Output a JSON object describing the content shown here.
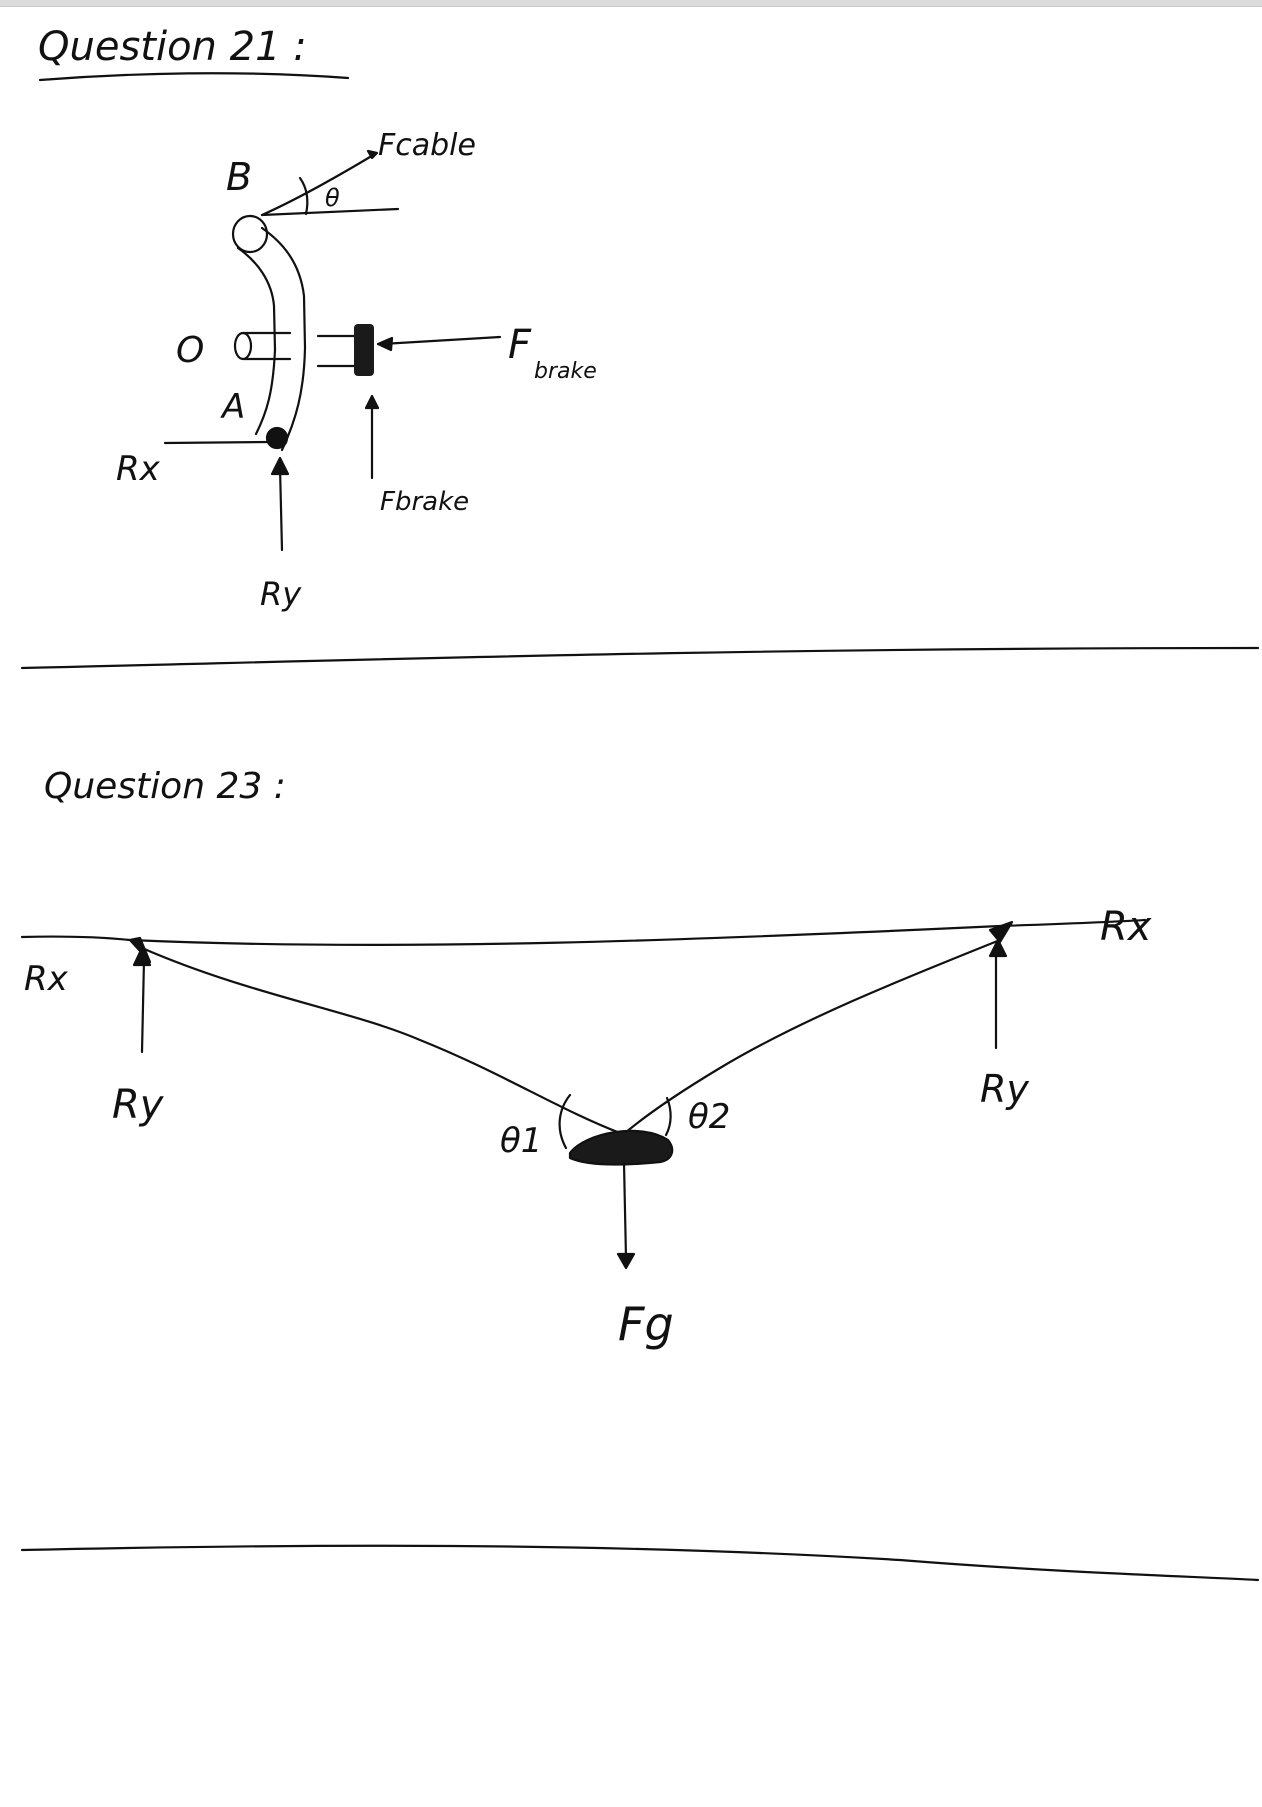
{
  "page": {
    "background": "#ffffff",
    "ink": "#111111"
  },
  "question_21": {
    "heading": "Question 21 :",
    "labels": {
      "point_b": "B",
      "point_o": "O",
      "point_a": "A",
      "theta": "θ",
      "f_cable": "Fcable",
      "f_brake_horizontal": "F",
      "f_brake_horizontal_sub": "brake",
      "f_brake_vertical": "Fbrake",
      "r_x": "Rx",
      "r_y": "Ry"
    }
  },
  "question_23": {
    "heading": "Question 23 :",
    "labels": {
      "r_x_left": "Rx",
      "r_y_left": "Ry",
      "r_x_right": "Rx",
      "r_y_right": "Ry",
      "theta_1": "θ1",
      "theta_2": "θ2",
      "f_g": "Fg"
    }
  }
}
